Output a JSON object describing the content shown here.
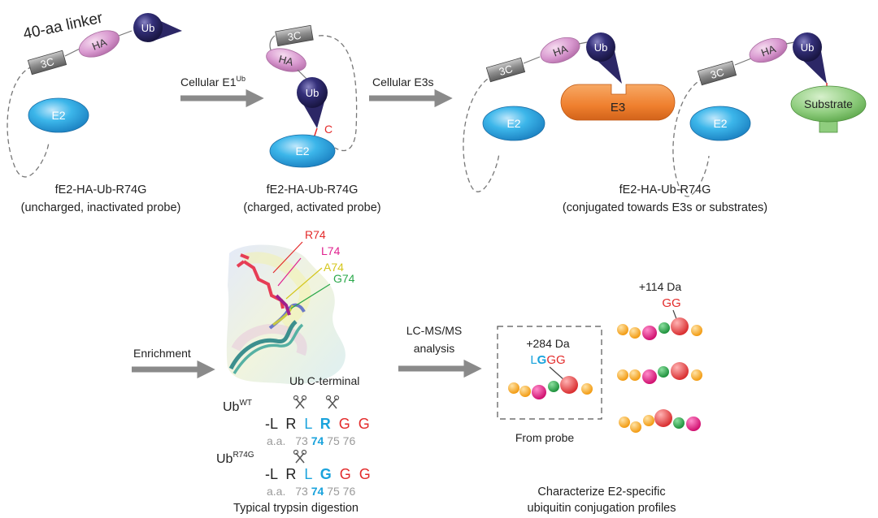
{
  "top": {
    "linker_label": "40-aa linker",
    "tags": {
      "c3": "3C",
      "ha": "HA",
      "ub": "Ub",
      "e2": "E2",
      "e3": "E3",
      "substrate": "Substrate",
      "cys": "C"
    },
    "arrow1": {
      "label": "Cellular E1",
      "sup": "Ub"
    },
    "arrow2": {
      "label": "Cellular E3s"
    },
    "caption1": {
      "line1": "fE2-HA-Ub-R74G",
      "line2": "(uncharged, inactivated probe)"
    },
    "caption2": {
      "line1": "fE2-HA-Ub-R74G",
      "line2": "(charged, activated probe)"
    },
    "caption3": {
      "line1": "fE2-HA-Ub-R74G",
      "line2": "(conjugated towards E3s or substrates)"
    }
  },
  "bottom": {
    "enrichment": "Enrichment",
    "structure": {
      "labels": [
        "R74",
        "L74",
        "A74",
        "G74"
      ],
      "caption": "Ub C-terminal"
    },
    "sequences": {
      "wt": {
        "name": "Ub",
        "sup": "WT",
        "residues": [
          "-L",
          "R",
          "L",
          "R",
          "G",
          "G"
        ]
      },
      "mut": {
        "name": "Ub",
        "sup": "R74G",
        "residues": [
          "-L",
          "R",
          "L",
          "G",
          "G",
          "G"
        ]
      },
      "aa_prefix": "a.a.",
      "positions": [
        "73",
        "74",
        "75",
        "76"
      ],
      "caption": "Typical trypsin digestion"
    },
    "lcms": {
      "line1": "LC-MS/MS",
      "line2": "analysis"
    },
    "probe_box": {
      "mass": "+284 Da",
      "tag_parts": [
        "L",
        "G",
        "GG"
      ],
      "caption": "From probe"
    },
    "gg": {
      "mass": "+114 Da",
      "tag": "GG"
    },
    "final_caption": {
      "line1": "Characterize E2-specific",
      "line2": "ubiquitin conjugation profiles"
    }
  },
  "colors": {
    "ub_navy": "#2c2766",
    "e2_blue": "#2aa6e0",
    "ha_pink": "#d99ad0",
    "c3_gray": "#8a8a8a",
    "e3_orange": "#ef7f2e",
    "substrate_green": "#8fcd7e",
    "red": "#e32b2b",
    "cyan": "#1aa3dc",
    "arrow_gray": "#8a8a8a",
    "bead_orange": "#f5a623",
    "bead_magenta": "#e2147f",
    "bead_green": "#2aa84a",
    "bead_red": "#e8474a"
  }
}
